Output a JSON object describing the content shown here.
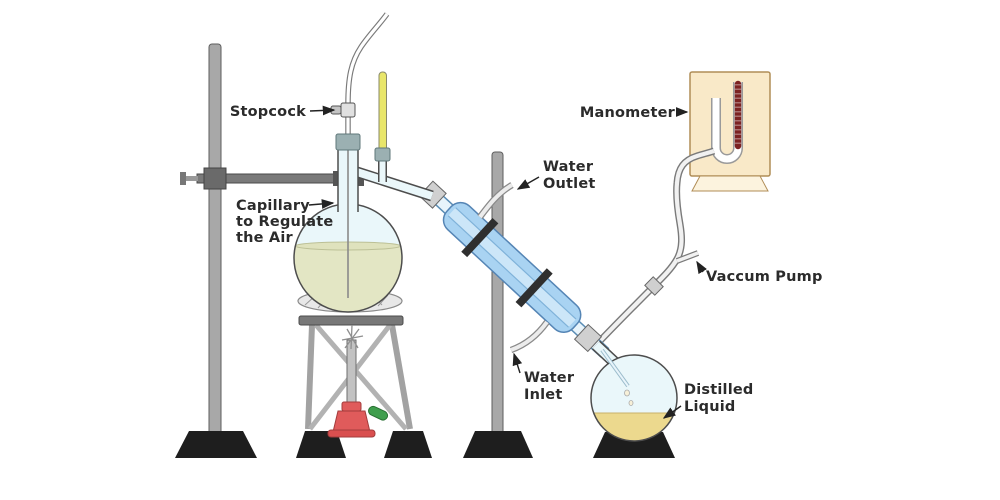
{
  "labels": {
    "stopcock": "Stopcock",
    "capillary_line1": "Capillary",
    "capillary_line2": "to Regulate",
    "capillary_line3": "the Air",
    "water_outlet_line1": "Water",
    "water_outlet_line2": "Outlet",
    "water_inlet_line1": "Water",
    "water_inlet_line2": "Inlet",
    "manometer": "Manometer",
    "vacuum_pump": "Vaccum Pump",
    "distilled_liquid_line1": "Distilled",
    "distilled_liquid_line2": "Liquid"
  },
  "colors": {
    "background": "#ffffff",
    "label_text": "#2b2b2b",
    "glass_fill": "#eaf7fa",
    "condenser_jacket": "#a9d3f2",
    "condenser_inner": "#cfe8f8",
    "liquid_left": "#e3e6c4",
    "liquid_right": "#ecd98e",
    "thermometer_yellow": "#e9e66a",
    "stopper_teal": "#9bb0b2",
    "manometer_board": "#f9e9c8",
    "manometer_fluid": "#7c2222",
    "burner_red": "#e05b5b",
    "burner_green": "#3f9e4d",
    "stand_gray": "#a8a8a8",
    "base_black": "#1e1e1e"
  }
}
